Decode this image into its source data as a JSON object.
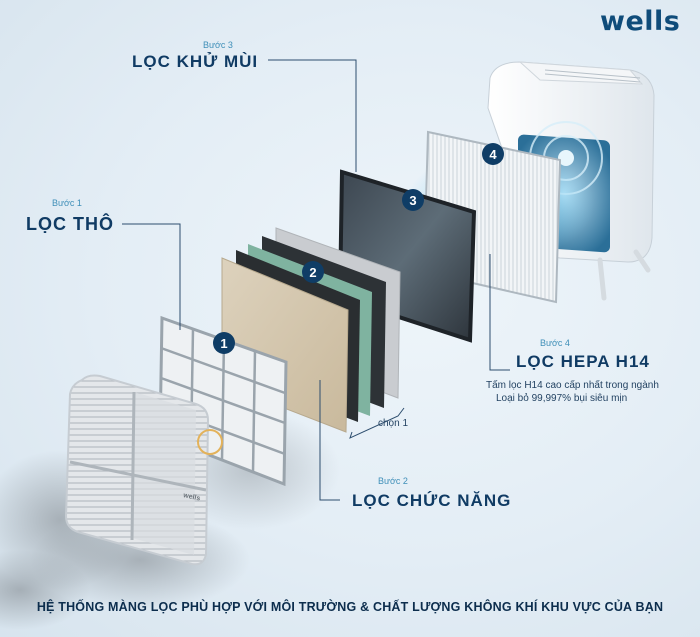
{
  "brand": "wells",
  "steps": {
    "step1": {
      "label": "Bước 1",
      "title": "LỌC THÔ"
    },
    "step2": {
      "label": "Bước 2",
      "title": "LỌC CHỨC NĂNG"
    },
    "step3": {
      "label": "Bước 3",
      "title": "LỌC KHỬ MÙI"
    },
    "step4": {
      "label": "Bước 4",
      "title": "LỌC HEPA H14",
      "desc_line1": "Tấm lọc H14 cao cấp nhất trong ngành",
      "desc_line2": "Loại bỏ 99,997% bụi siêu mịn"
    }
  },
  "choose_label": "chọn 1",
  "badges": [
    "1",
    "2",
    "3",
    "4"
  ],
  "cover_logo": "wells",
  "footer": "HỆ THỐNG MÀNG LỌC PHÙ HỢP VỚI MÔI TRƯỜNG & CHẤT LƯỢNG KHÔNG KHÍ KHU VỰC CỦA BẠN",
  "colors": {
    "badge": "#0f3d66",
    "title": "#103b64",
    "step_label": "#3f8fb8",
    "leader_line": "#2d4d6e"
  }
}
